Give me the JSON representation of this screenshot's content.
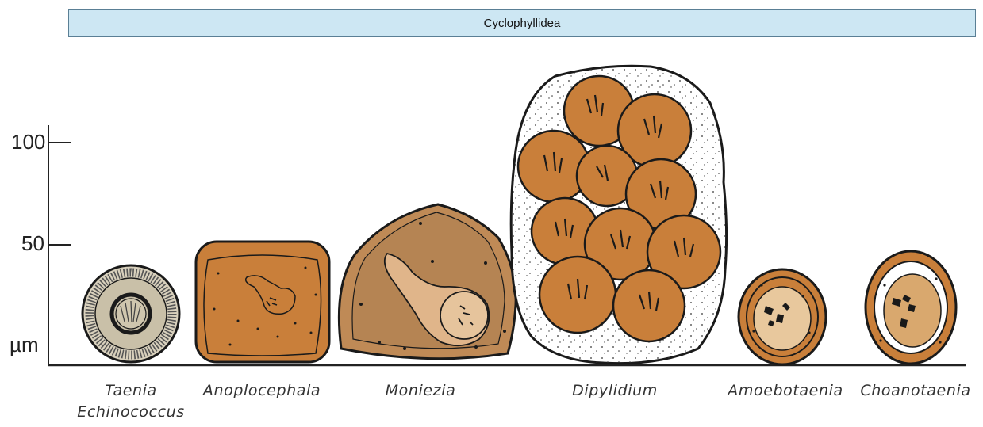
{
  "header": {
    "title": "Cyclophyllidea"
  },
  "axis": {
    "unit": "µm",
    "ticks": [
      {
        "label": "100"
      },
      {
        "label": "50"
      }
    ]
  },
  "labels": [
    {
      "line1": "Taenia",
      "line2": "Echinococcus"
    },
    {
      "line1": "Anoplocephala"
    },
    {
      "line1": "Moniezia"
    },
    {
      "line1": "Dipylidium"
    },
    {
      "line1": "Amoebotaenia"
    },
    {
      "line1": "Choanotaenia"
    }
  ],
  "colors": {
    "banner_fill": "#cde7f3",
    "egg_brown": "#c97f3a",
    "egg_tan": "#d9a86e",
    "moniezia_fill": "#bf8a56",
    "taenia_grey": "#c9c0a8",
    "capsule_white": "#ffffff",
    "outline": "#1a1a1a"
  }
}
